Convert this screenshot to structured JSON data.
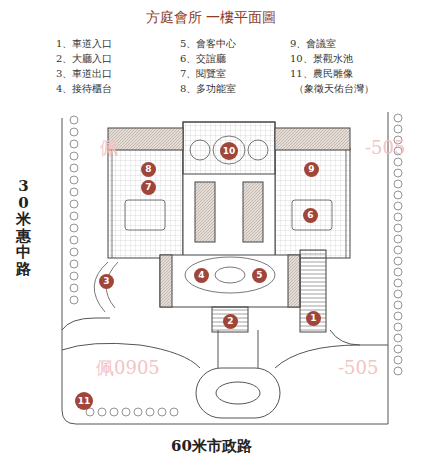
{
  "diagram": {
    "title": "方庭會所 一樓平面圖",
    "nodes": [
      {
        "text": [
          "1"
        ]
      },
      {
        "text": [
          "2"
        ]
      },
      {
        "text": [
          "3"
        ]
      },
      {
        "text": [
          "4"
        ]
      },
      {
        "text": [
          "5"
        ]
      },
      {
        "text": [
          "6"
        ]
      },
      {
        "text": [
          "7"
        ]
      },
      {
        "text": [
          "8"
        ]
      },
      {
        "text": [
          "9"
        ]
      },
      {
        "text": [
          "10"
        ]
      },
      {
        "text": [
          "11"
        ]
      }
    ],
    "labels": [
      "1、車道入口",
      "2、大廳入口",
      "3、車道出口",
      "4、接待櫃台",
      "5、會客中心",
      "6、交誼廳",
      "7、閱覽室",
      "8、多功能室",
      "9、會議室",
      "10、景觀水池",
      "11、農民雕像",
      "（象徵天佑台灣）",
      "30米惠中路",
      "60米市政路",
      "佩",
      "-505",
      "佩0905",
      "-505"
    ]
  }
}
